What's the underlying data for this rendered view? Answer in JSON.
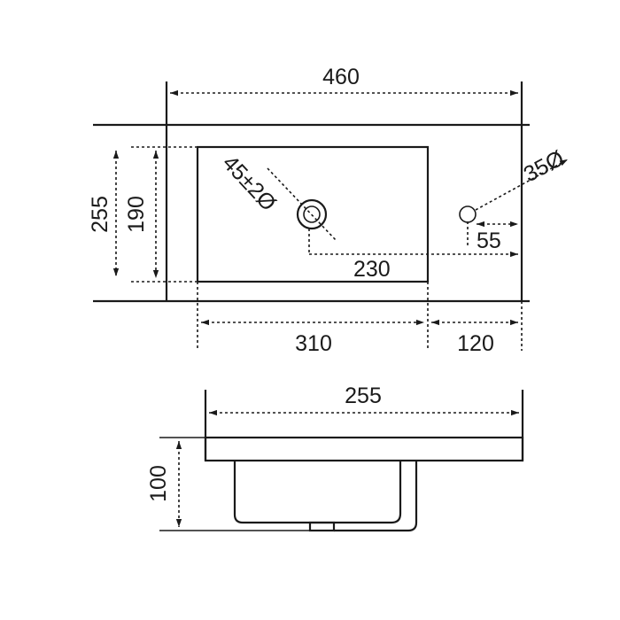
{
  "top_view": {
    "overall_width": "460",
    "overall_depth": "255",
    "bowl_depth": "190",
    "drain_diameter": "45±2Ø",
    "tap_hole_diameter": "35Ø",
    "tap_hole_offset": "55",
    "drain_to_tap_distance": "230",
    "bowl_width": "310",
    "deck_width": "120"
  },
  "side_view": {
    "depth_width": "255",
    "height": "100"
  }
}
